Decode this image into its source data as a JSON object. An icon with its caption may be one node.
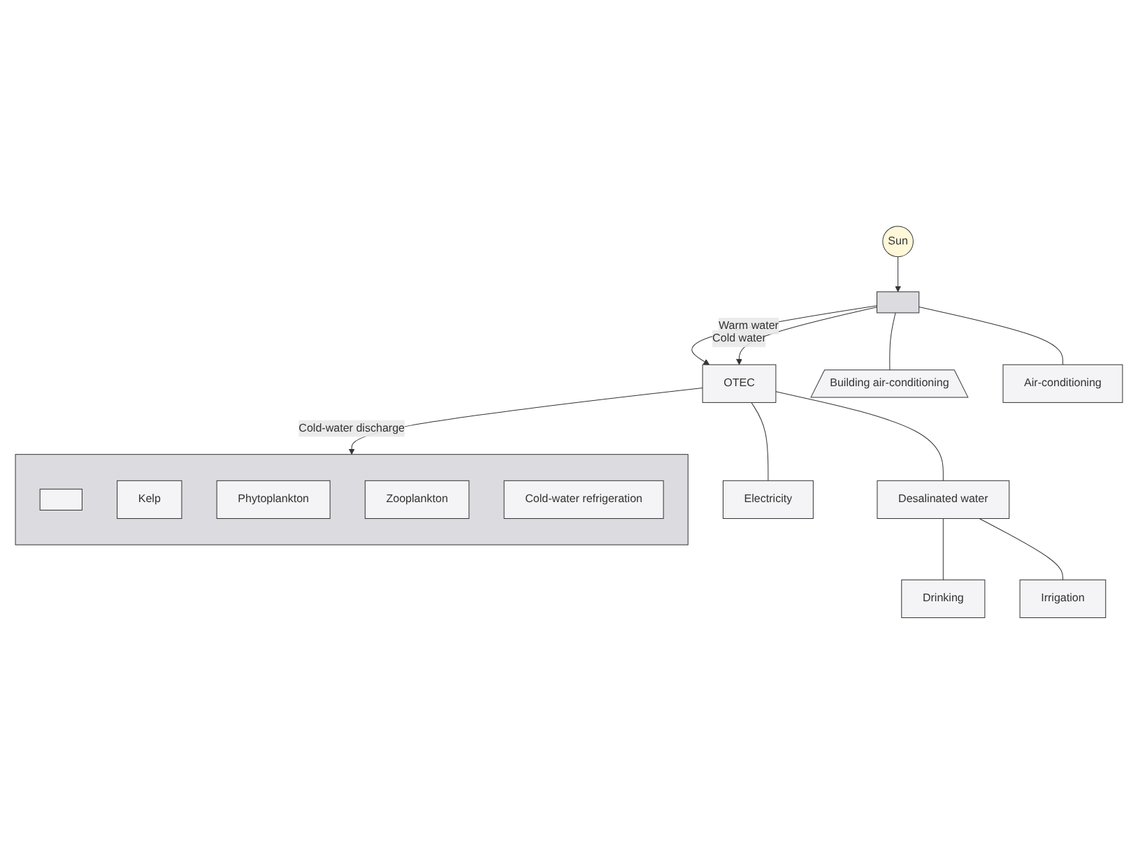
{
  "diagram": {
    "nodes": [
      {
        "text": [
          "Sun"
        ]
      },
      {
        "text": [],
        "shape": "box"
      },
      {
        "text": [
          "OTEC"
        ]
      },
      {
        "text": [
          "Electricity"
        ]
      },
      {
        "text": [
          "Desalinated water"
        ]
      },
      {
        "text": [
          "Drinking"
        ]
      },
      {
        "text": [
          "Irrigation"
        ]
      },
      {
        "text": [],
        "shape": "box"
      },
      {
        "text": [],
        "shape": "box",
        "in": 7
      },
      {
        "text": [
          "Kelp"
        ],
        "in": 7
      },
      {
        "text": [
          "Phytoplankton"
        ],
        "in": 7
      },
      {
        "text": [
          "Zooplankton"
        ],
        "in": 7
      },
      {
        "text": [
          "Cold-water refrigeration"
        ],
        "in": 7
      },
      {
        "text": [
          "Building air-conditioning"
        ]
      },
      {
        "text": [
          "Air-conditioning"
        ]
      }
    ],
    "edges": [
      {
        "from": 0,
        "to": 1,
        "arrow": "to"
      },
      {
        "from": 1,
        "to": 2,
        "label": "Warm water",
        "arrow": "to"
      },
      {
        "from": 1,
        "to": 2,
        "label": "Cold water",
        "arrow": "to"
      },
      {
        "from": 2,
        "to": 3,
        "arrow": "none"
      },
      {
        "from": 2,
        "to": 4,
        "arrow": "none"
      },
      {
        "from": 4,
        "to": 5,
        "arrow": "none"
      },
      {
        "from": 4,
        "to": 6,
        "arrow": "none"
      },
      {
        "from": 2,
        "to": 7,
        "label": "Cold-water discharge",
        "arrow": "to"
      },
      {
        "from": 1,
        "to": 13,
        "arrow": "none"
      },
      {
        "from": 1,
        "to": 14,
        "arrow": "none"
      }
    ]
  }
}
